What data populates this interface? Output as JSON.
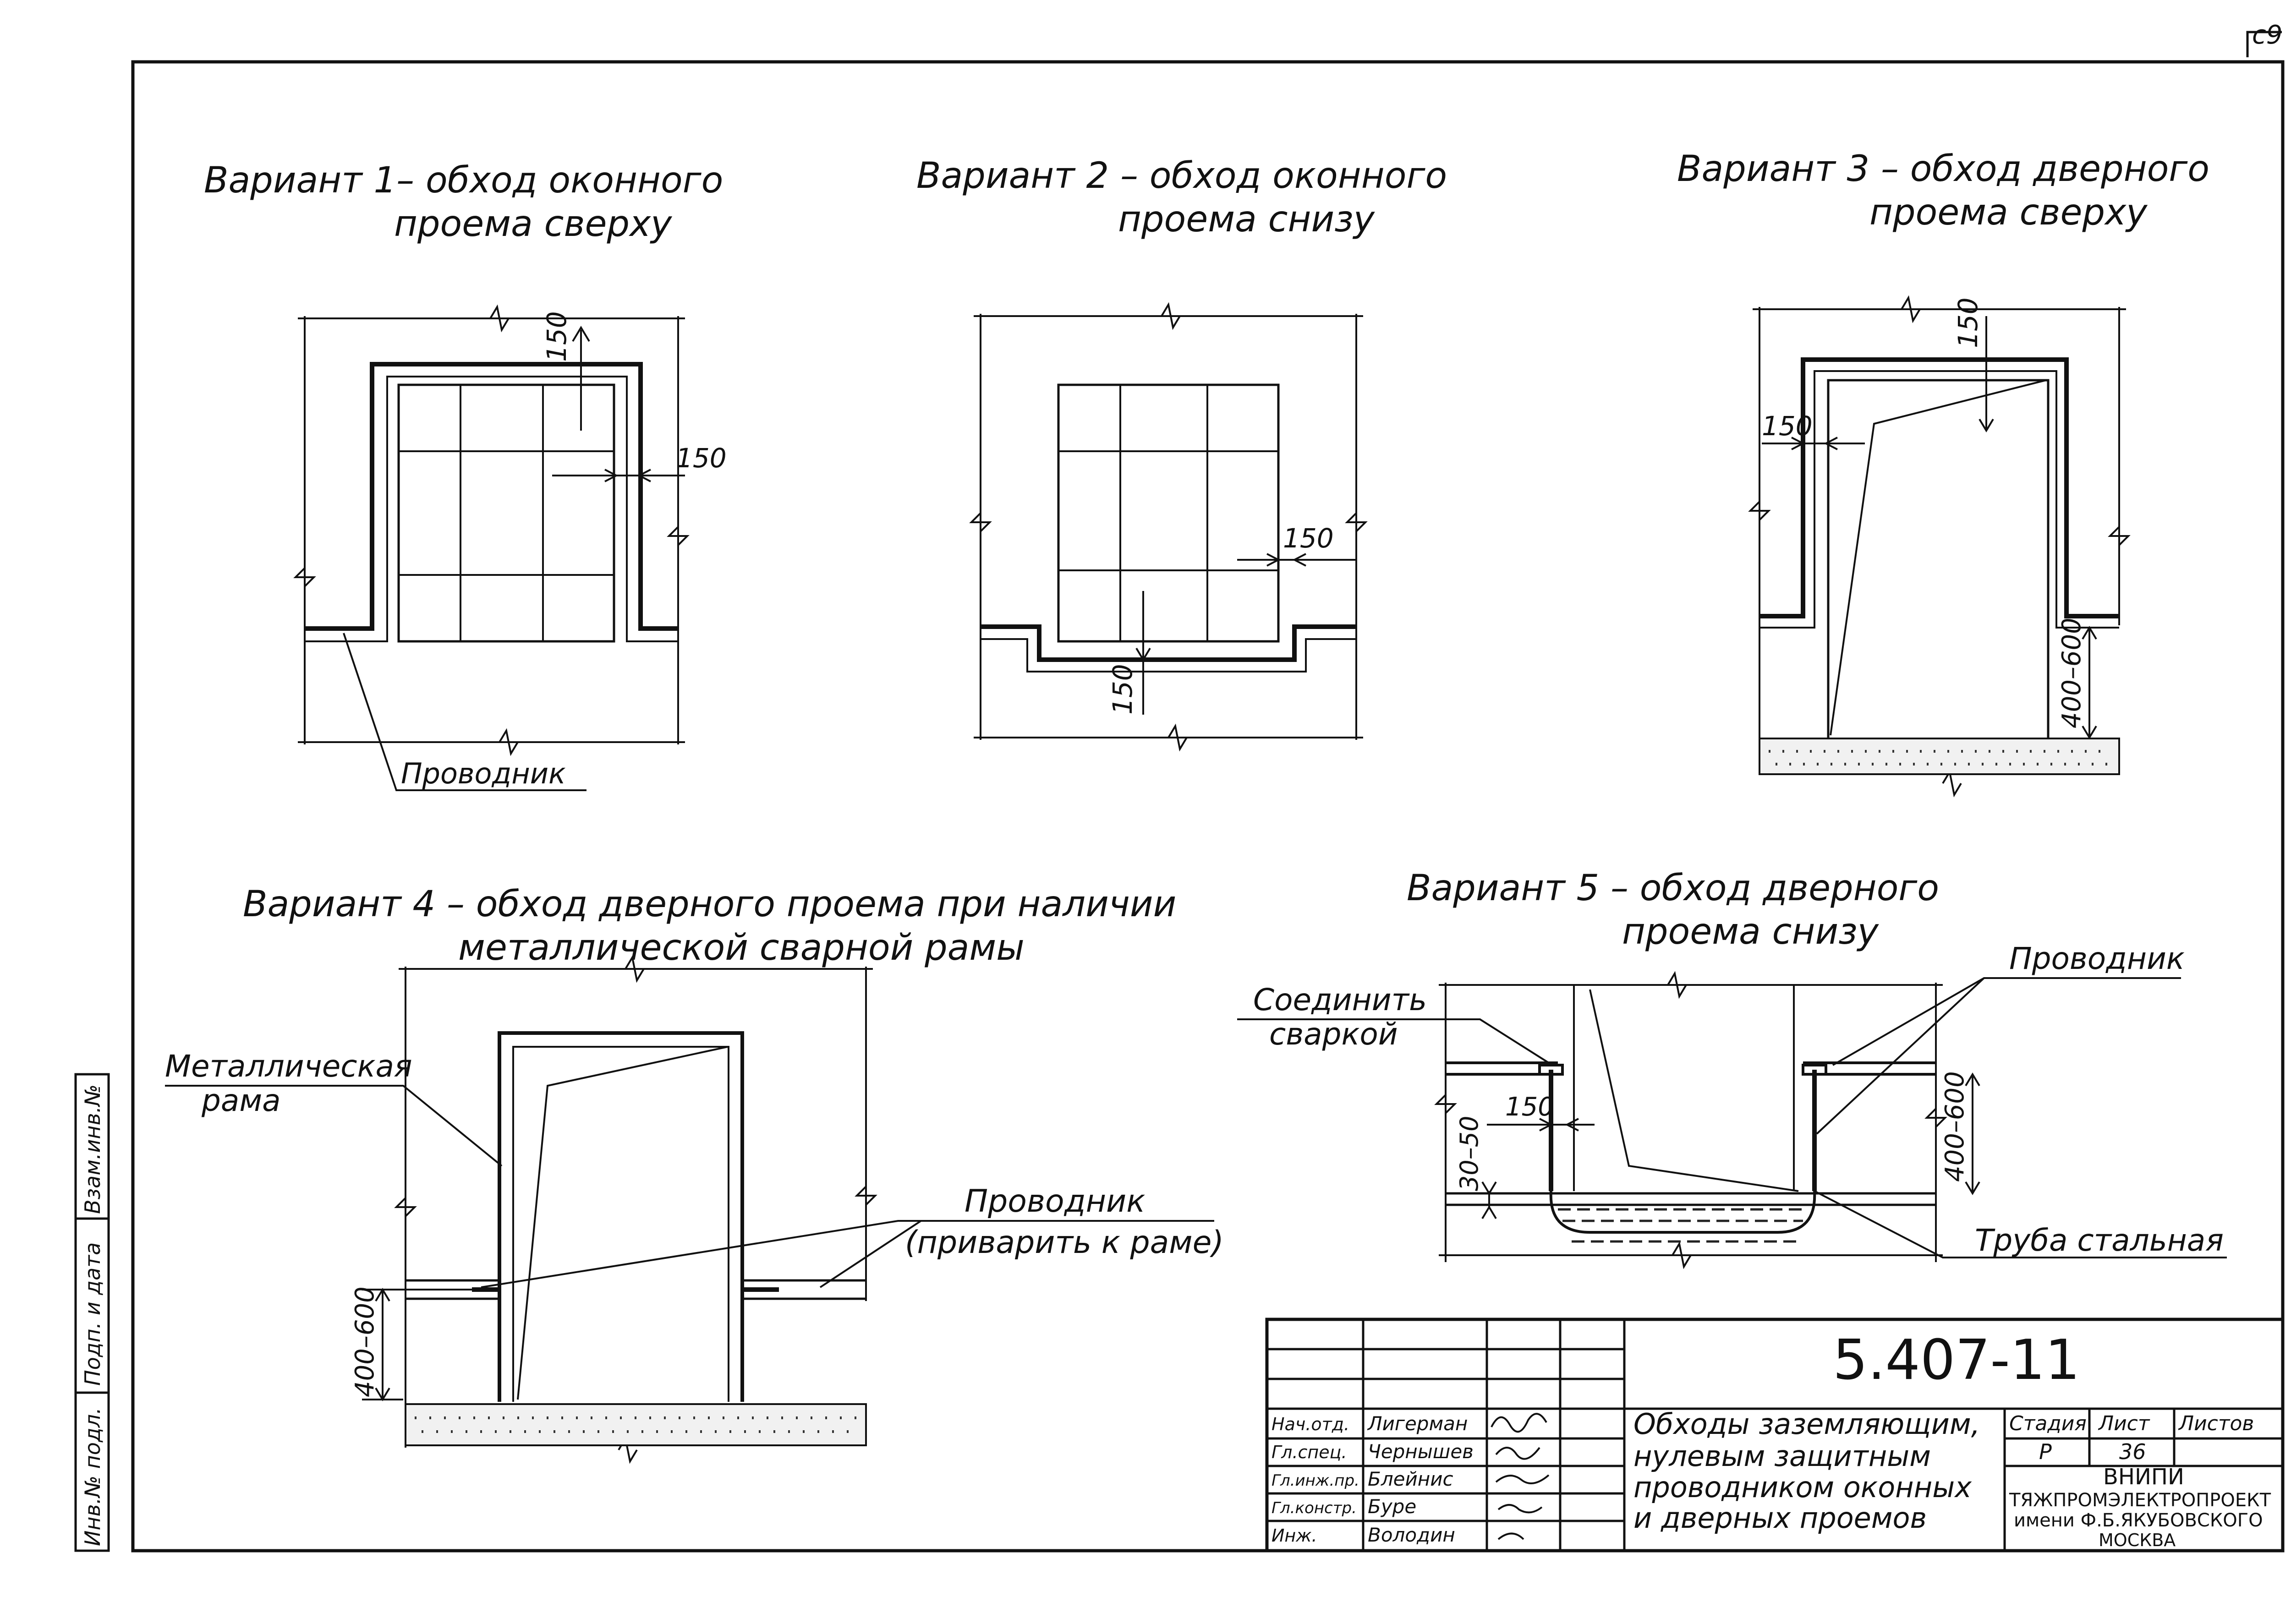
{
  "sheet_corner": "с9",
  "variants": {
    "v1": {
      "title_1": "Вариант 1– обход оконного",
      "title_2": "проема сверху",
      "dim_top": "150",
      "dim_side": "150",
      "label": "Проводник"
    },
    "v2": {
      "title_1": "Вариант 2 – обход оконного",
      "title_2": "проема снизу",
      "dim_side": "150",
      "dim_bottom": "150"
    },
    "v3": {
      "title_1": "Вариант 3 – обход дверного",
      "title_2": "проема сверху",
      "dim_top": "150",
      "dim_side": "150",
      "dim_height": "400–600"
    },
    "v4": {
      "title_1": "Вариант 4 – обход дверного проема при наличии",
      "title_2": "металлической сварной рамы",
      "label_frame_1": "Металлическая",
      "label_frame_2": "рама",
      "label_cond_1": "Проводник",
      "label_cond_2": "(приварить к раме)",
      "dim_height": "400–600"
    },
    "v5": {
      "title_1": "Вариант 5 – обход дверного",
      "title_2": "проема снизу",
      "label_weld_1": "Соединить",
      "label_weld_2": "сваркой",
      "label_cond": "Проводник",
      "label_pipe": "Труба стальная",
      "dim_side": "150",
      "dim_depth": "30–50",
      "dim_height": "400–600"
    }
  },
  "side_stamp": [
    "Взам.инв.№",
    "Подп. и дата",
    "Инв.№ подл."
  ],
  "title_block": {
    "drawing_no": "5.407-11",
    "description": [
      "Обходы заземляющим,",
      "нулевым защитным",
      "проводником оконных",
      "и дверных проемов"
    ],
    "roles": [
      {
        "role": "Нач.отд.",
        "name": "Лигерман"
      },
      {
        "role": "Гл.спец.",
        "name": "Чернышев"
      },
      {
        "role": "Гл.инж.пр.",
        "name": "Блейнис"
      },
      {
        "role": "Гл.констр.",
        "name": "Буре"
      },
      {
        "role": "Инж.",
        "name": "Володин"
      }
    ],
    "stage_label": "Стадия",
    "sheet_label": "Лист",
    "sheets_label": "Листов",
    "stage": "Р",
    "sheet": "36",
    "org": [
      "ВНИПИ",
      "ТЯЖПРОМЭЛЕКТРОПРОЕКТ",
      "имени Ф.Б.ЯКУБОВСКОГО",
      "МОСКВА"
    ]
  }
}
